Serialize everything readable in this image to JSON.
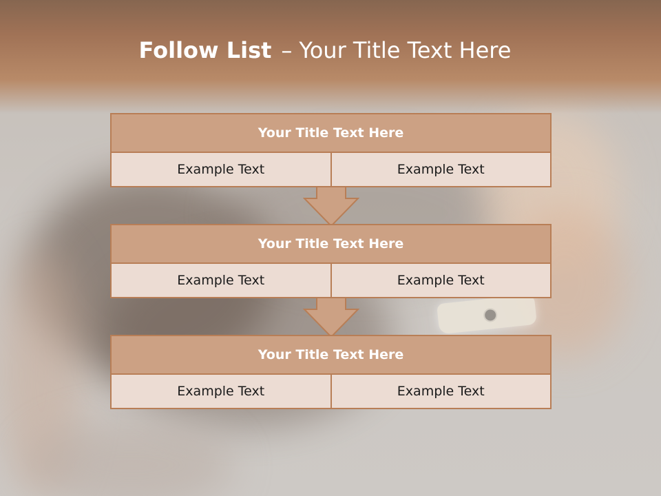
{
  "slide": {
    "title_bold": "Follow List",
    "title_separator": "–",
    "title_rest": "Your Title Text Here"
  },
  "blocks": [
    {
      "heading": "Your Title Text Here",
      "cells": [
        "Example Text",
        "Example Text"
      ]
    },
    {
      "heading": "Your Title Text Here",
      "cells": [
        "Example Text",
        "Example Text"
      ]
    },
    {
      "heading": "Your Title Text Here",
      "cells": [
        "Example Text",
        "Example Text"
      ]
    }
  ],
  "colors": {
    "accent": "#b87e56",
    "heading_fill": "#cca184",
    "cell_fill": "#ecdcd3",
    "title_band": "#a07256"
  },
  "icons": [
    "down-arrow-icon",
    "down-arrow-icon"
  ]
}
